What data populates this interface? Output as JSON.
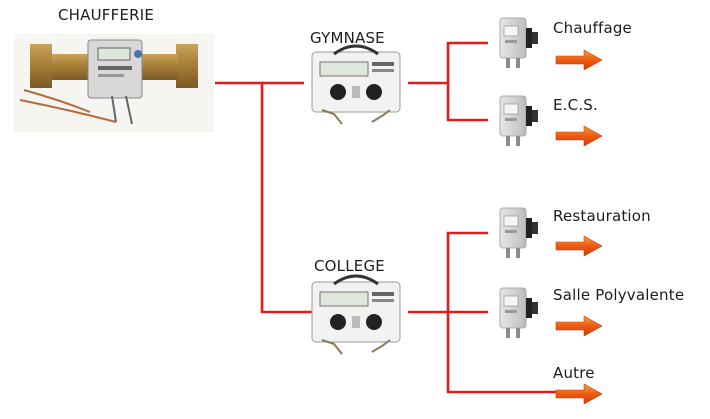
{
  "diagram": {
    "source_label": "CHAUFFERIE",
    "buildings": [
      {
        "name": "GYMNASE",
        "outputs": [
          "Chauffage",
          "E.C.S."
        ]
      },
      {
        "name": "COLLEGE",
        "outputs": [
          "Restauration",
          "Salle Polyvalente",
          "Autre"
        ]
      }
    ]
  },
  "colors": {
    "connector": "#e31b1b",
    "arrow": "#ee5a14",
    "arrow_light": "#f7a234",
    "text": "#1c1c1c"
  },
  "icons": {
    "source": "main-heat-meter-image",
    "building": "heat-meter-display-icon",
    "output": "thermostat-valve-icon",
    "flow": "orange-arrow-icon"
  }
}
